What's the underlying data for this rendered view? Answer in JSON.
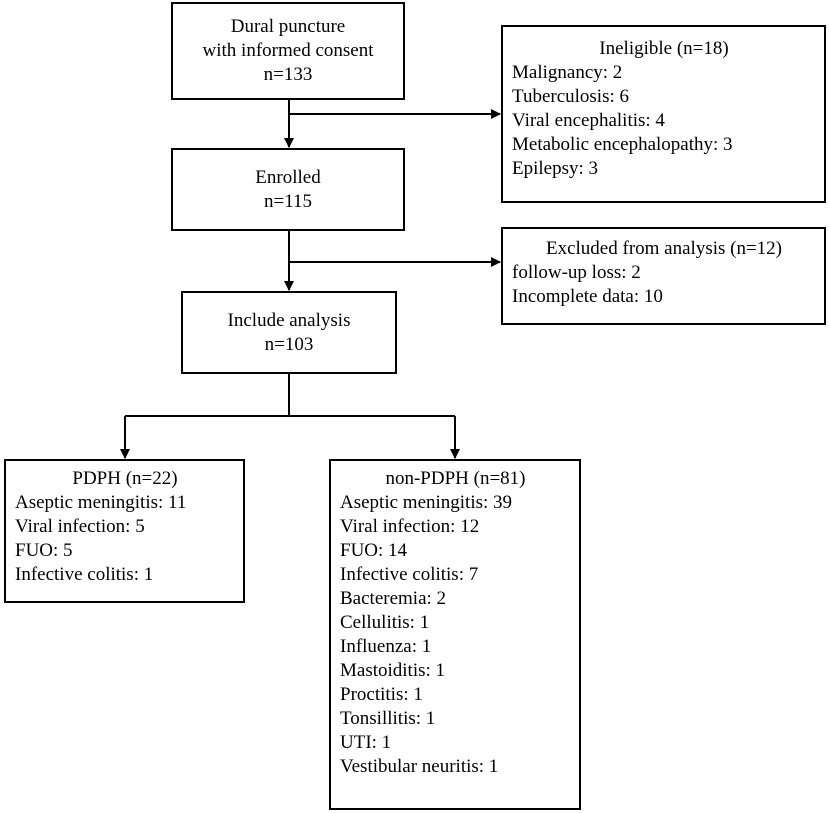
{
  "nodes": {
    "dural_puncture": {
      "lines": [
        "Dural puncture",
        "with informed consent",
        "n=133"
      ]
    },
    "enrolled": {
      "lines": [
        "Enrolled",
        "n=115"
      ]
    },
    "include_analysis": {
      "lines": [
        "Include analysis",
        "n=103"
      ]
    },
    "ineligible": {
      "title": "Ineligible (n=18)",
      "items": [
        "Malignancy: 2",
        "Tuberculosis: 6",
        "Viral encephalitis: 4",
        "Metabolic encephalopathy: 3",
        "Epilepsy: 3"
      ]
    },
    "excluded": {
      "title": "Excluded from analysis (n=12)",
      "items": [
        "follow-up loss: 2",
        "Incomplete data: 10"
      ]
    },
    "pdph": {
      "title": "PDPH (n=22)",
      "items": [
        "Aseptic meningitis: 11",
        "Viral infection: 5",
        "FUO: 5",
        "Infective colitis: 1"
      ]
    },
    "non_pdph": {
      "title": "non-PDPH (n=81)",
      "items": [
        "Aseptic meningitis: 39",
        "Viral infection: 12",
        "FUO: 14",
        "Infective colitis: 7",
        "Bacteremia: 2",
        "Cellulitis: 1",
        "Influenza: 1",
        "Mastoiditis: 1",
        "Proctitis: 1",
        "Tonsillitis: 1",
        "UTI: 1",
        "Vestibular neuritis: 1"
      ]
    }
  }
}
